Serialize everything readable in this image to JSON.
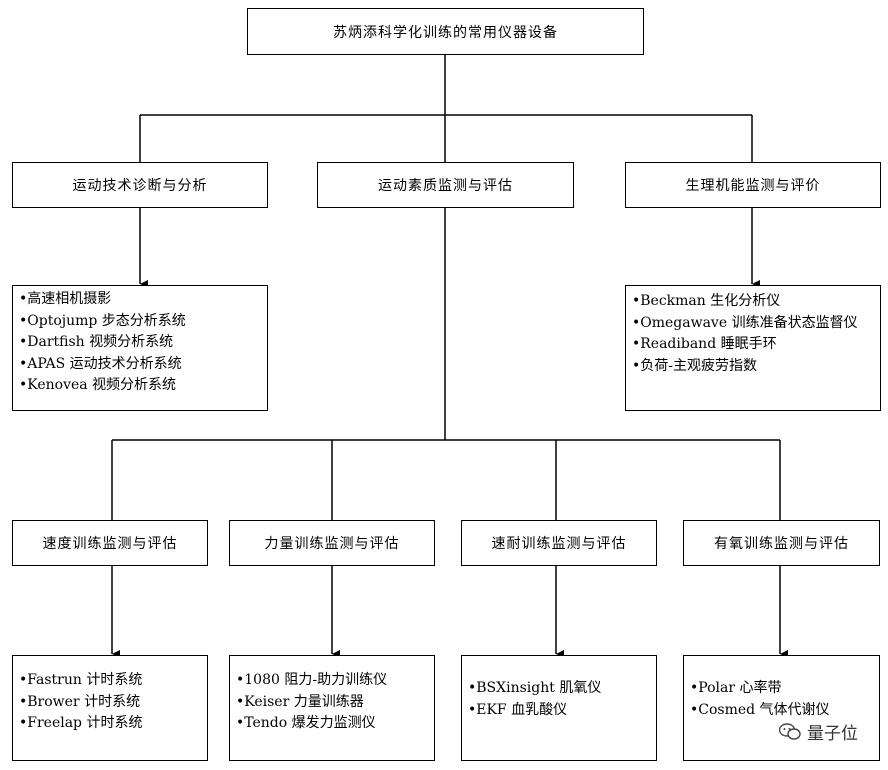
{
  "root": {
    "title": "苏炳添科学化训练的常用仪器设备"
  },
  "level1": [
    {
      "title": "运动技术诊断与分析"
    },
    {
      "title": "运动素质监测与评估"
    },
    {
      "title": "生理机能监测与评价"
    }
  ],
  "technique_list": [
    "•高速相机摄影",
    "•Optojump 步态分析系统",
    "•Dartfish 视频分析系统",
    "•APAS 运动技术分析系统",
    "•Kenovea 视频分析系统"
  ],
  "physiology_list": [
    "•Beckman 生化分析仪",
    "•Omegawave 训练准备状态监督仪",
    "•Readiband 睡眠手环",
    "•负荷-主观疲劳指数"
  ],
  "level2": [
    {
      "title": "速度训练监测与评估",
      "items": [
        "•Fastrun 计时系统",
        "•Brower 计时系统",
        "•Freelap 计时系统"
      ]
    },
    {
      "title": "力量训练监测与评估",
      "items": [
        "•1080 阻力-助力训练仪",
        "•Keiser 力量训练器",
        "•Tendo 爆发力监测仪"
      ]
    },
    {
      "title": "速耐训练监测与评估",
      "items": [
        "•BSXinsight 肌氧仪",
        "•EKF 血乳酸仪"
      ]
    },
    {
      "title": "有氧训练监测与评估",
      "items": [
        "•Polar 心率带",
        "•Cosmed 气体代谢仪"
      ]
    }
  ],
  "watermark": {
    "text": "量子位"
  }
}
